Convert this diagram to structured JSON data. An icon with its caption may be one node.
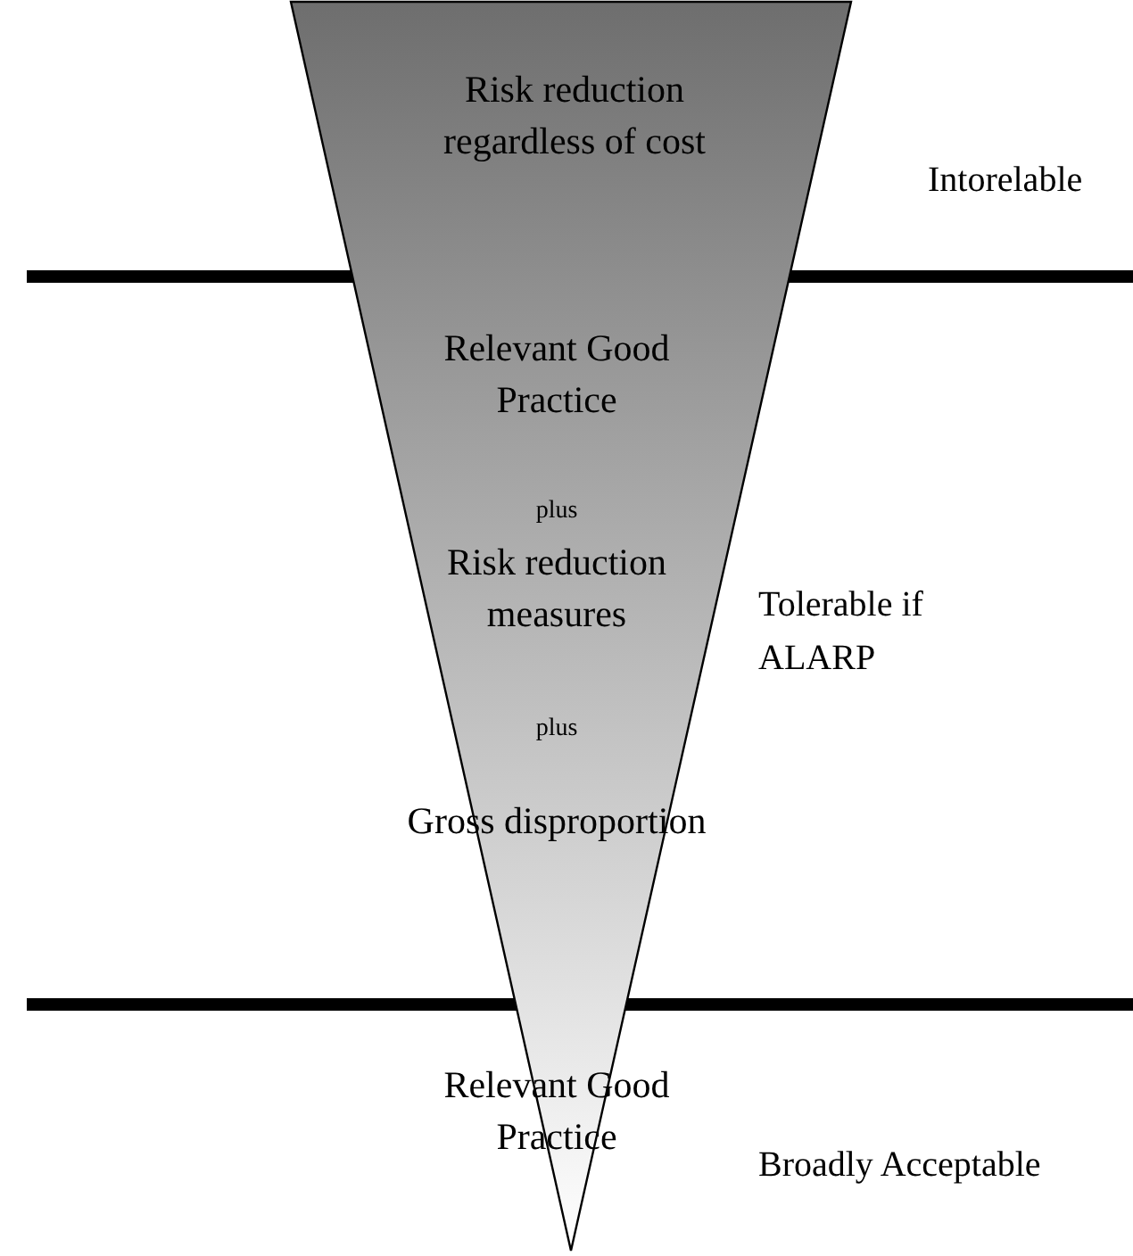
{
  "diagram": {
    "nodes": [
      {
        "text": [
          "Risk reduction regardless of cost",
          "Relevant Good Practice",
          "plus",
          "Risk reduction measures",
          "plus",
          "Gross disproportion",
          "Relevant Good Practice"
        ]
      }
    ],
    "labels": [
      "Intorelable",
      "Tolerable if ALARP",
      "Broadly Acceptable"
    ]
  }
}
